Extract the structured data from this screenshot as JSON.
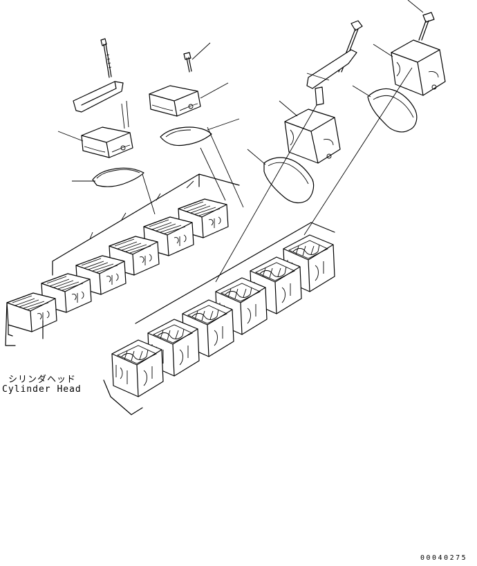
{
  "title_jp": "シリンダヘッド",
  "title_en": "Cylinder Head",
  "drawing_number": "00040275"
}
